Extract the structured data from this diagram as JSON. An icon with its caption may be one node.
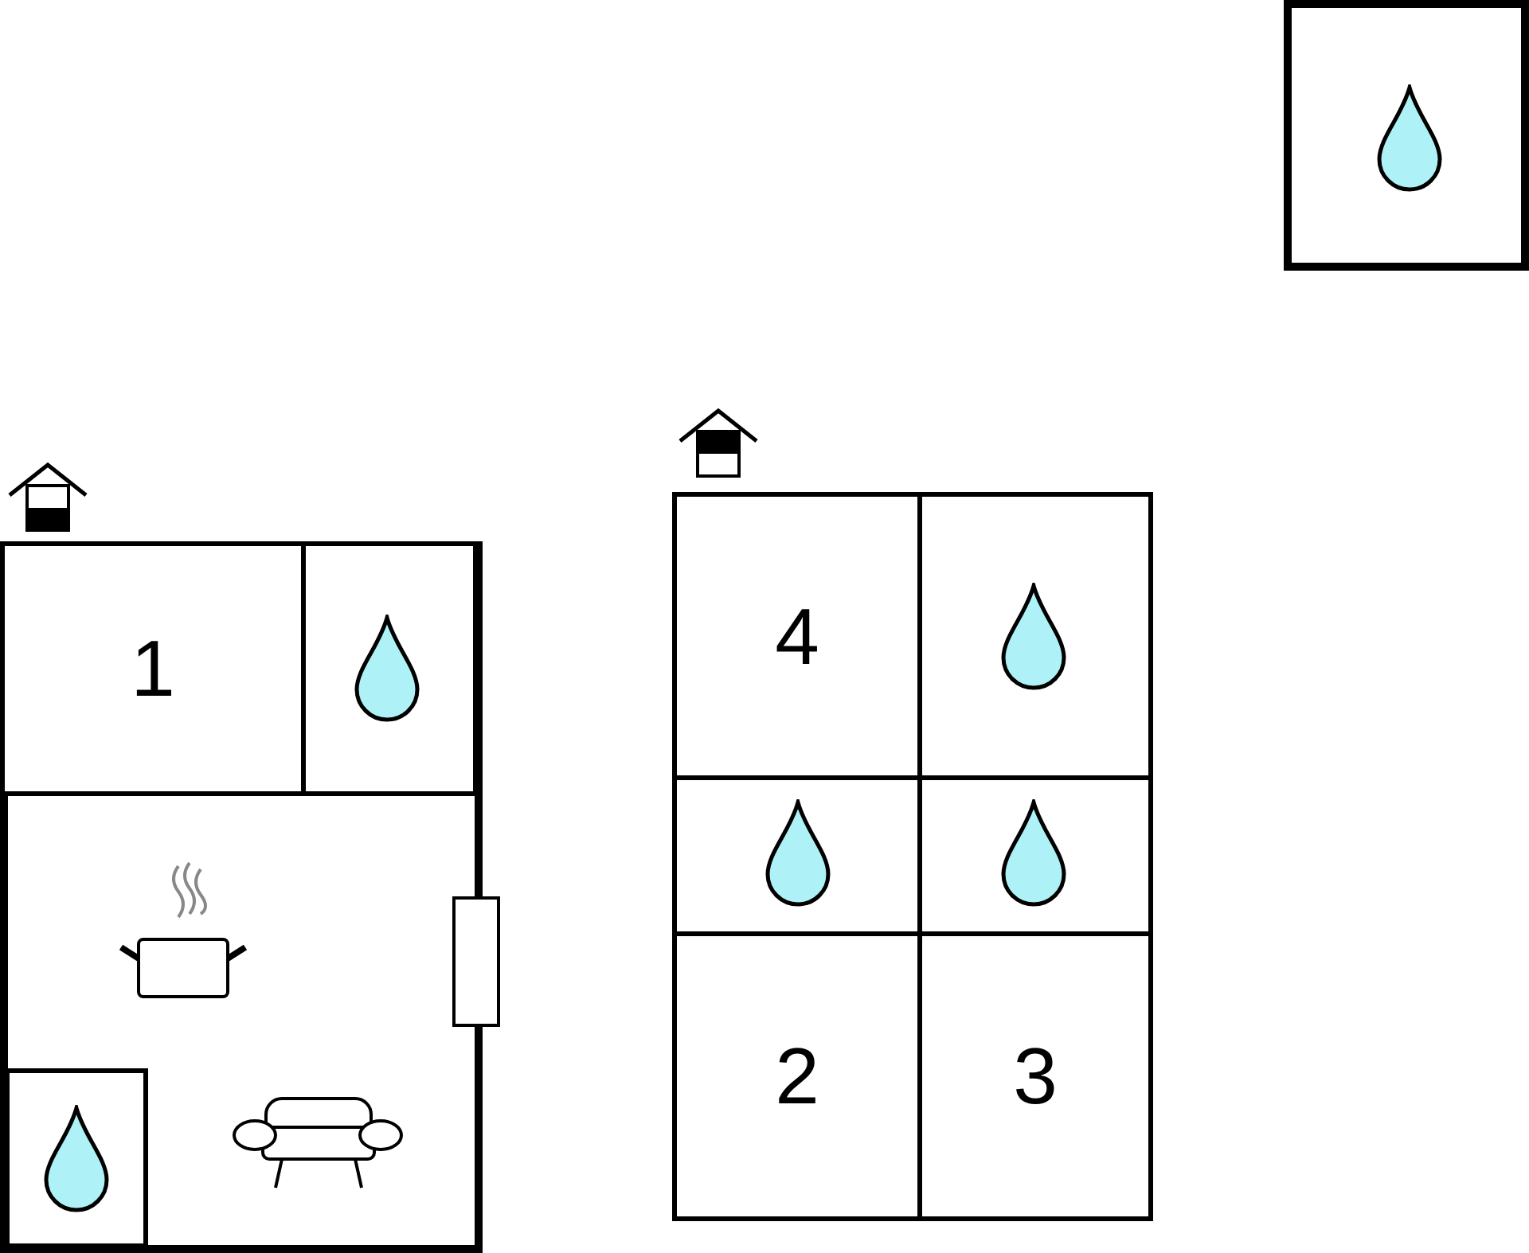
{
  "diagram": {
    "nodes": [
      {
        "text": [],
        "shape": "box"
      },
      {
        "text": [
          "1"
        ],
        "in": 0
      },
      {
        "text": [],
        "shape": "box",
        "in": 0
      },
      {
        "text": [],
        "shape": "box",
        "in": 0
      },
      {
        "text": [],
        "shape": "box",
        "in": 3
      },
      {
        "text": [],
        "shape": "box"
      },
      {
        "text": [
          "4"
        ],
        "in": 5
      },
      {
        "text": [],
        "shape": "box",
        "in": 5
      },
      {
        "text": [],
        "shape": "box",
        "in": 5
      },
      {
        "text": [],
        "shape": "box",
        "in": 5
      },
      {
        "text": [
          "2"
        ],
        "in": 5
      },
      {
        "text": [
          "3"
        ],
        "in": 5
      },
      {
        "text": [],
        "shape": "box"
      },
      {
        "text": [],
        "shape": "bar"
      }
    ]
  }
}
